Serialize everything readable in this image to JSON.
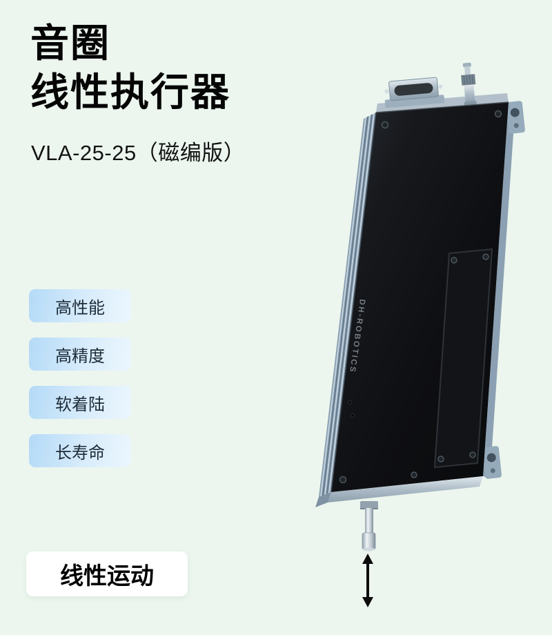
{
  "header": {
    "title_line1": "音圈",
    "title_line2": "线性执行器",
    "model": "VLA-25-25（磁编版）"
  },
  "features": [
    {
      "label": "高性能"
    },
    {
      "label": "高精度"
    },
    {
      "label": "软着陆"
    },
    {
      "label": "长寿命"
    }
  ],
  "motion": {
    "label": "线性运动"
  },
  "product": {
    "brand": "DH-ROBOTICS"
  },
  "colors": {
    "background": "#ecf6ee",
    "pill_gradient_start": "#b4daf7",
    "pill_gradient_end": "#ecf7fe",
    "panel_white": "#ffffff",
    "text_black": "#0a0a0a",
    "frame_metal": "#8ea0ae",
    "body_black": "#0e0f12"
  }
}
